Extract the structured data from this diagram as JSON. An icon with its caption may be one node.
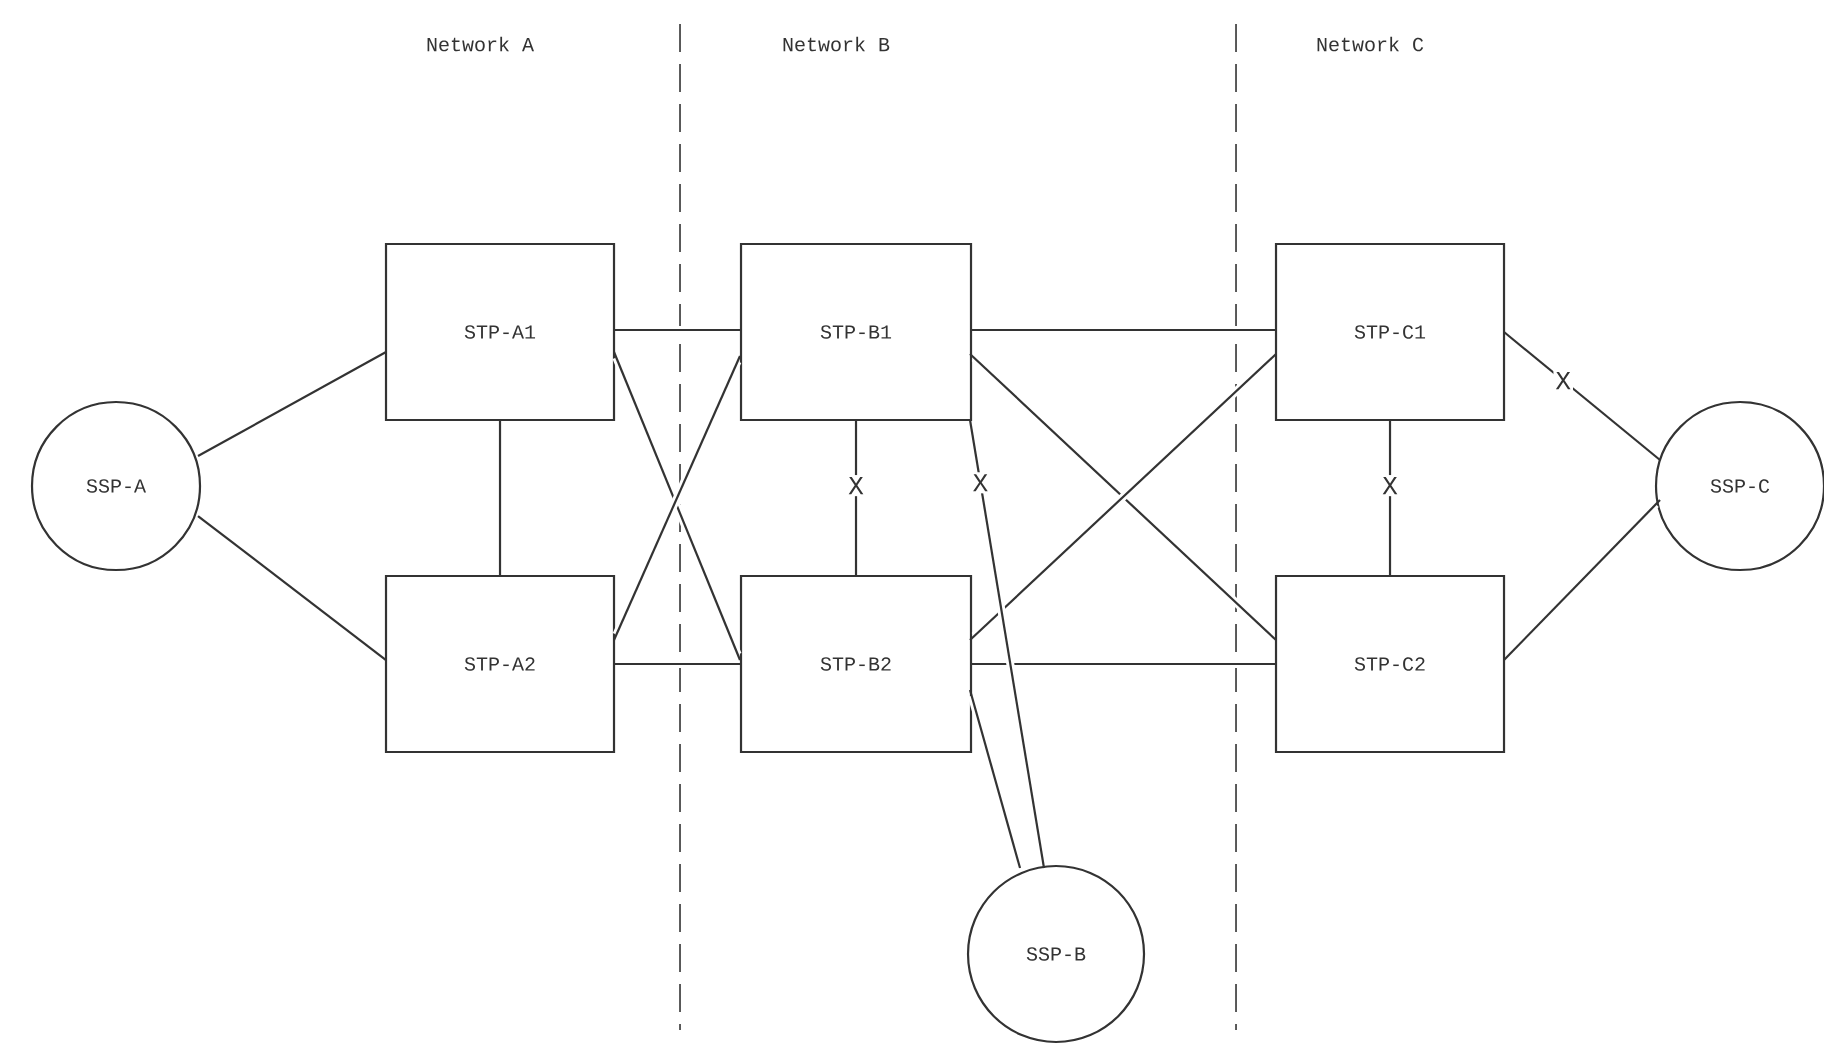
{
  "diagram": {
    "nodes": [
      {
        "text": [
          "SSP-A"
        ]
      },
      {
        "text": [
          "STP-A1"
        ]
      },
      {
        "text": [
          "STP-A2"
        ]
      },
      {
        "text": [
          "STP-B1"
        ]
      },
      {
        "text": [
          "STP-B2"
        ]
      },
      {
        "text": [
          "STP-C1"
        ]
      },
      {
        "text": [
          "STP-C2"
        ]
      },
      {
        "text": [
          "SSP-C"
        ]
      },
      {
        "text": [
          "SSP-B"
        ]
      }
    ],
    "edges": [
      {
        "from": 0,
        "to": 1,
        "arrow": "none"
      },
      {
        "from": 0,
        "to": 2,
        "arrow": "none"
      },
      {
        "from": 1,
        "to": 2,
        "arrow": "none"
      },
      {
        "from": 1,
        "to": 3,
        "arrow": "none"
      },
      {
        "from": 1,
        "to": 4,
        "arrow": "none"
      },
      {
        "from": 2,
        "to": 3,
        "arrow": "none"
      },
      {
        "from": 2,
        "to": 4,
        "arrow": "none"
      },
      {
        "from": 3,
        "to": 4,
        "arrow": "none",
        "label": "X"
      },
      {
        "from": 3,
        "to": 5,
        "arrow": "none"
      },
      {
        "from": 3,
        "to": 6,
        "arrow": "none"
      },
      {
        "from": 4,
        "to": 5,
        "arrow": "none"
      },
      {
        "from": 4,
        "to": 6,
        "arrow": "none"
      },
      {
        "from": 5,
        "to": 6,
        "arrow": "none",
        "label": "X"
      },
      {
        "from": 5,
        "to": 7,
        "arrow": "none",
        "label": "X"
      },
      {
        "from": 6,
        "to": 7,
        "arrow": "none"
      },
      {
        "from": 3,
        "to": 8,
        "arrow": "none",
        "label": "X"
      },
      {
        "from": 4,
        "to": 8,
        "arrow": "none"
      }
    ],
    "labels": [
      "Network A",
      "Network B",
      "Network C"
    ]
  }
}
